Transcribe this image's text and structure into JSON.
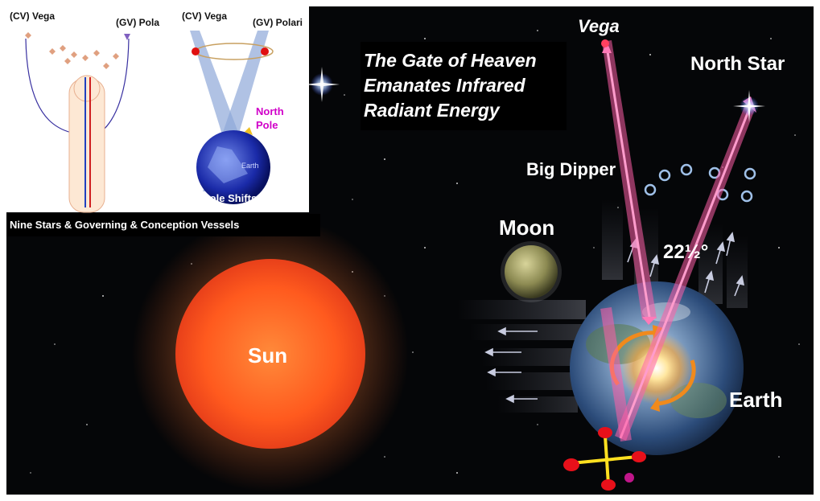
{
  "main_labels": {
    "vega": "Vega",
    "north_star": "North Star",
    "big_dipper": "Big Dipper",
    "moon": "Moon",
    "sun": "Sun",
    "earth": "Earth",
    "angle": "22½°"
  },
  "title_lines": [
    "The Gate of Heaven",
    "Emanates Infrared",
    "Radiant Energy"
  ],
  "inset_left": {
    "cv_label": "(CV) Vega",
    "gv_label": "(GV) Pola",
    "caption": "Nine Stars & Governing & Conception Vessels"
  },
  "inset_right": {
    "cv_label": "(CV) Vega",
    "gv_label": "(GV) Polari",
    "north_pole": [
      "North",
      "Pole"
    ],
    "earth_small": "Earth",
    "pole_shifts": "Pole Shifts"
  },
  "colors": {
    "background": "#050608",
    "beam": "#ff5fa8",
    "orbit_arrow": "#f08a1c",
    "sun": "#ff5a1e",
    "north_pole_text": "#d000c8"
  }
}
